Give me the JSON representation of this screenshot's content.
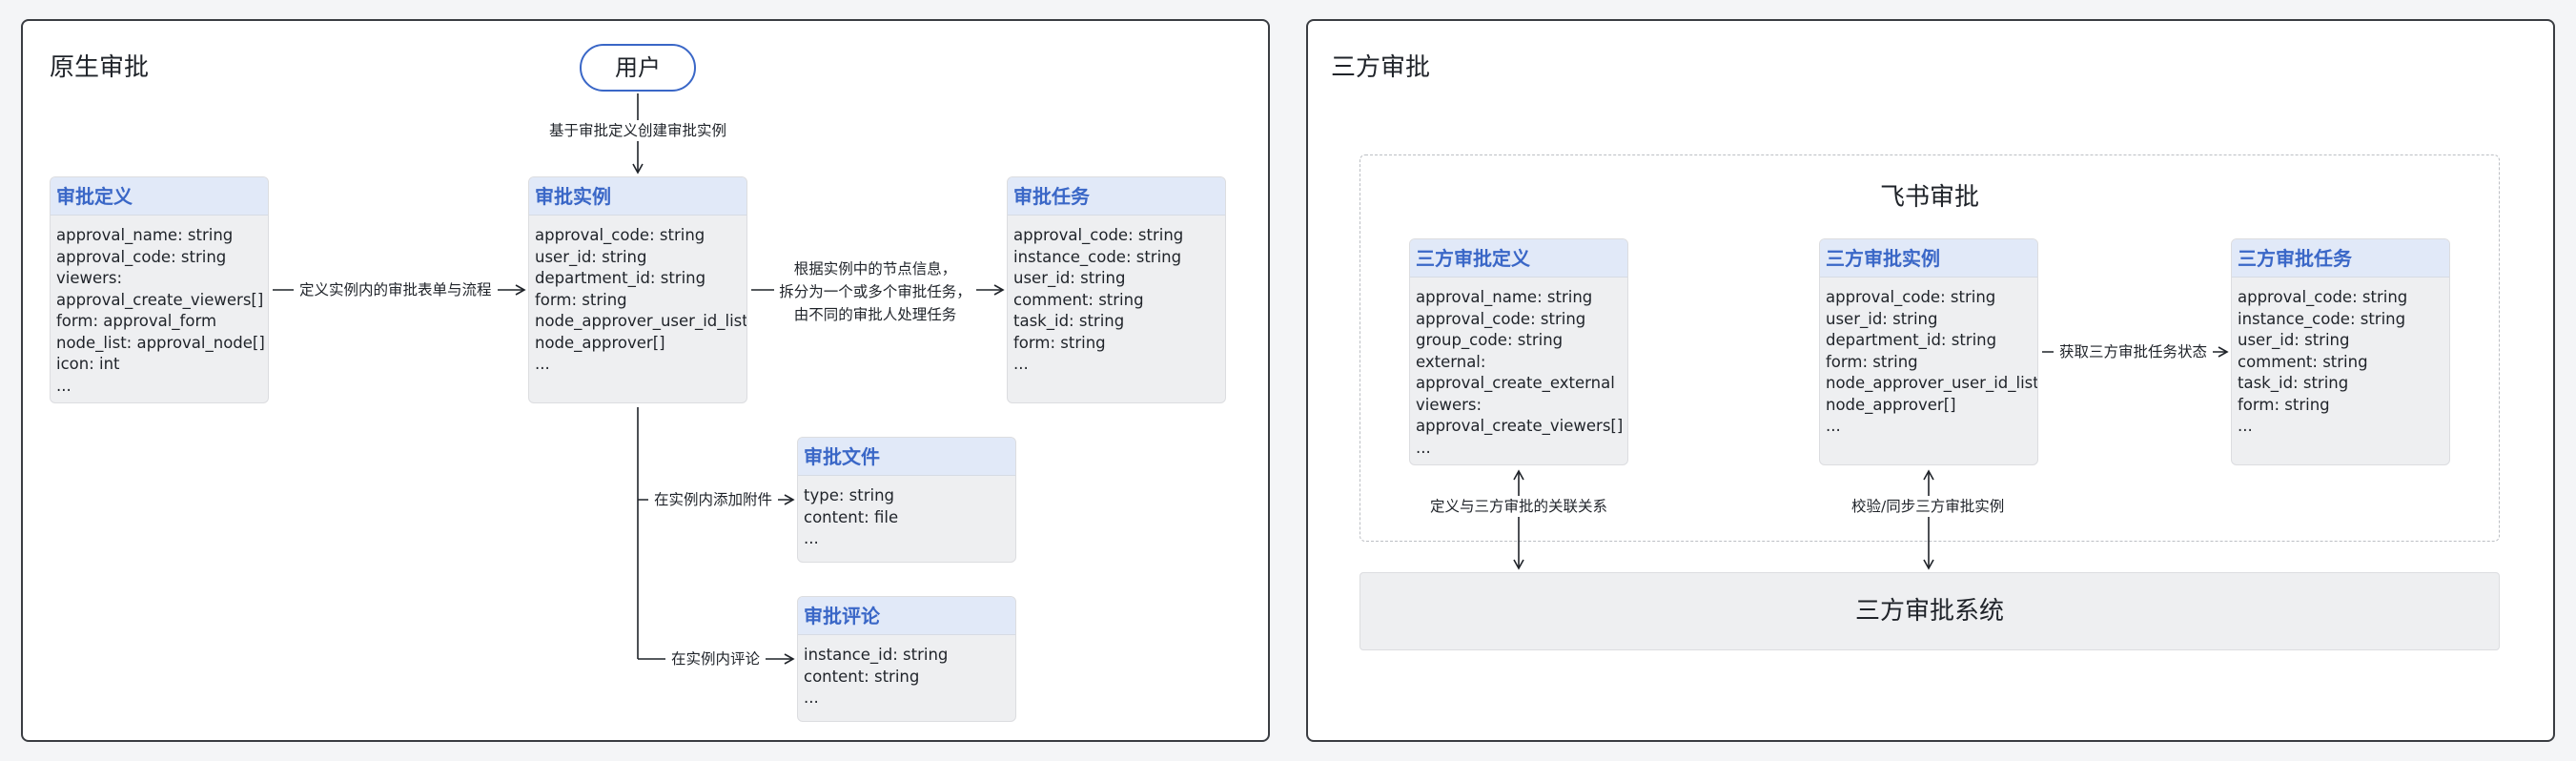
{
  "native_panel": {
    "title": "原生审批"
  },
  "third_panel": {
    "title": "三方审批"
  },
  "user_node": {
    "label": "用户"
  },
  "lark_group": {
    "title": "飞书审批"
  },
  "third_system": {
    "label": "三方审批系统"
  },
  "entities": {
    "approval_definition": {
      "title": "审批定义",
      "fields": [
        "approval_name: string",
        "approval_code: string",
        "viewers:",
        "approval_create_viewers[]",
        "form: approval_form",
        "node_list: approval_node[]",
        "icon: int",
        "..."
      ]
    },
    "approval_instance": {
      "title": "审批实例",
      "fields": [
        "approval_code: string",
        "user_id: string",
        "department_id: string",
        "form: string",
        "node_approver_user_id_list:",
        "node_approver[]",
        "..."
      ]
    },
    "approval_task": {
      "title": "审批任务",
      "fields": [
        "approval_code: string",
        "instance_code: string",
        "user_id: string",
        "comment: string",
        "task_id: string",
        "form: string",
        "..."
      ]
    },
    "approval_file": {
      "title": "审批文件",
      "fields": [
        "type: string",
        "content: file",
        "..."
      ]
    },
    "approval_comment": {
      "title": "审批评论",
      "fields": [
        "instance_id: string",
        "content: string",
        "..."
      ]
    },
    "third_definition": {
      "title": "三方审批定义",
      "fields": [
        "approval_name: string",
        "approval_code: string",
        "group_code: string",
        "external:",
        "approval_create_external",
        "viewers:",
        "approval_create_viewers[]",
        "..."
      ]
    },
    "third_instance": {
      "title": "三方审批实例",
      "fields": [
        "approval_code: string",
        "user_id: string",
        "department_id: string",
        "form: string",
        "node_approver_user_id_list:",
        "node_approver[]",
        "..."
      ]
    },
    "third_task": {
      "title": "三方审批任务",
      "fields": [
        "approval_code: string",
        "instance_code: string",
        "user_id: string",
        "comment: string",
        "task_id: string",
        "form: string",
        "..."
      ]
    }
  },
  "edges": {
    "user_to_instance": "基于审批定义创建审批实例",
    "definition_to_instance": "定义实例内的审批表单与流程",
    "instance_to_task": [
      "根据实例中的节点信息，",
      "拆分为一个或多个审批任务，",
      "由不同的审批人处理任务"
    ],
    "instance_to_file": "在实例内添加附件",
    "instance_to_comment": "在实例内评论",
    "third_instance_to_task": "获取三方审批任务状态",
    "third_definition_to_system": "定义与三方审批的关联关系",
    "third_instance_to_system": "校验/同步三方审批实例"
  }
}
